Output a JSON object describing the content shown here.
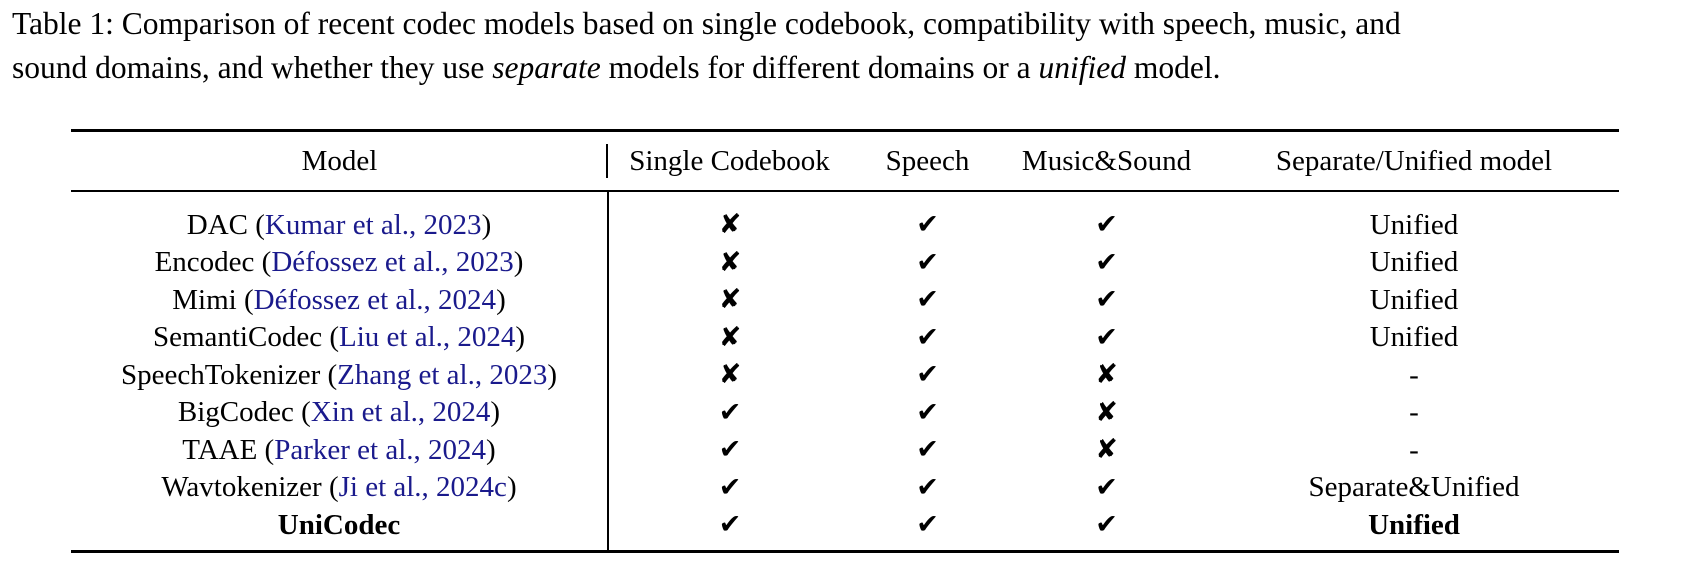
{
  "caption": {
    "line1": "Table 1: Comparison of recent codec models based on single codebook, compatibility with speech, music, and",
    "line2_a": "sound domains, and whether they use ",
    "line2_em1": "separate",
    "line2_b": " models for different domains or a ",
    "line2_em2": "unified",
    "line2_c": " model."
  },
  "table": {
    "headers": [
      "Model",
      "Single Codebook",
      "Speech",
      "Music&Sound",
      "Separate/Unified model"
    ],
    "rows": [
      {
        "name": "DAC",
        "cite": "Kumar et al., 2023",
        "single": "✘",
        "speech": "✔",
        "music": "✔",
        "sep": "Unified"
      },
      {
        "name": "Encodec",
        "cite": "Défossez et al., 2023",
        "single": "✘",
        "speech": "✔",
        "music": "✔",
        "sep": "Unified"
      },
      {
        "name": "Mimi",
        "cite": "Défossez et al., 2024",
        "single": "✘",
        "speech": "✔",
        "music": "✔",
        "sep": "Unified"
      },
      {
        "name": "SemantiCodec",
        "cite": "Liu et al., 2024",
        "single": "✘",
        "speech": "✔",
        "music": "✔",
        "sep": "Unified"
      },
      {
        "name": "SpeechTokenizer",
        "cite": "Zhang et al., 2023",
        "single": "✘",
        "speech": "✔",
        "music": "✘",
        "sep": "-"
      },
      {
        "name": "BigCodec",
        "cite": "Xin et al., 2024",
        "single": "✔",
        "speech": "✔",
        "music": "✘",
        "sep": "-"
      },
      {
        "name": "TAAE",
        "cite": "Parker et al., 2024",
        "single": "✔",
        "speech": "✔",
        "music": "✘",
        "sep": "-"
      },
      {
        "name": "Wavtokenizer",
        "cite": "Ji et al., 2024c",
        "single": "✔",
        "speech": "✔",
        "music": "✔",
        "sep": "Separate&Unified"
      },
      {
        "name": "UniCodec",
        "cite": "",
        "single": "✔",
        "speech": "✔",
        "music": "✔",
        "sep": "Unified",
        "bold": true
      }
    ]
  },
  "colors": {
    "citation": "#1a1a8c",
    "text": "#000000"
  }
}
